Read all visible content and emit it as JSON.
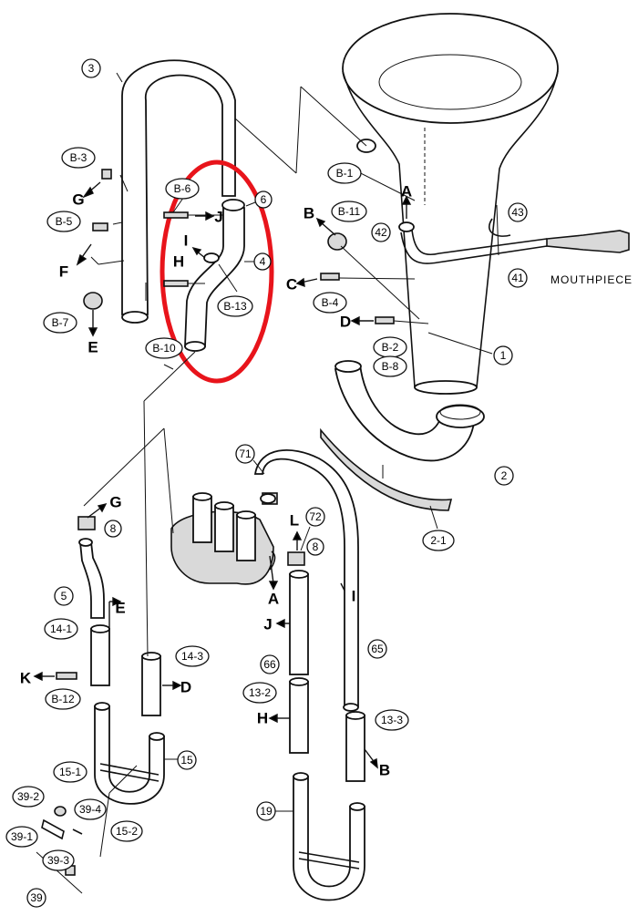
{
  "callouts": {
    "c3": "3",
    "c6": "6",
    "c4": "4",
    "c1": "1",
    "c2": "2",
    "c2_1": "2-1",
    "c42": "42",
    "c43": "43",
    "c41": "41",
    "c71": "71",
    "c72": "72",
    "c8a": "8",
    "c8b": "8",
    "c5": "5",
    "c14_1": "14-1",
    "c14_3": "14-3",
    "c15": "15",
    "c15_1": "15-1",
    "c15_2": "15-2",
    "c39": "39",
    "c39_1": "39-1",
    "c39_2": "39-2",
    "c39_3": "39-3",
    "c39_4": "39-4",
    "c66": "66",
    "c65": "65",
    "c13_2": "13-2",
    "c13_3": "13-3",
    "c19": "19",
    "b3": "B-3",
    "b5": "B-5",
    "b7": "B-7",
    "b6": "B-6",
    "b10": "B-10",
    "b13": "B-13",
    "b1": "B-1",
    "b11": "B-11",
    "b4": "B-4",
    "b2": "B-2",
    "b8": "B-8",
    "b12": "B-12"
  },
  "letters": {
    "G1": "G",
    "F": "F",
    "E1": "E",
    "J1": "J",
    "I1": "I",
    "H1": "H",
    "A1": "A",
    "B1": "B",
    "C": "C",
    "D1": "D",
    "G2": "G",
    "E2": "E",
    "K": "K",
    "D2": "D",
    "A2": "A",
    "L": "L",
    "I2": "I",
    "J2": "J",
    "H2": "H",
    "B2": "B"
  },
  "mouthpiece_label": "MOUTHPIECE",
  "highlight_color": "#e8141b"
}
